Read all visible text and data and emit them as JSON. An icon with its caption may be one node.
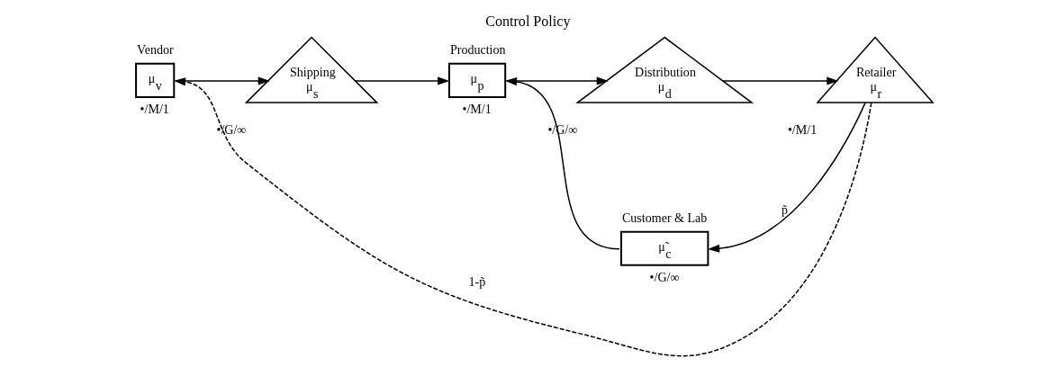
{
  "diagram": {
    "title": "Control Policy",
    "nodes": [
      {
        "text": [
          "Vendor",
          "μ$_{v}$"
        ],
        "beside": [
          "•/M/1"
        ]
      },
      {
        "text": [
          "Shipping",
          "μ$_{s}$"
        ],
        "beside": [
          "•/G/∞"
        ]
      },
      {
        "text": [
          "Production",
          "μ$_{p}$"
        ],
        "beside": [
          "•/M/1"
        ]
      },
      {
        "text": [
          "Distribution",
          "μ$_{d}$"
        ],
        "beside": [
          "•/G/∞"
        ]
      },
      {
        "text": [
          "Retailer",
          "μ$_{r}$"
        ],
        "beside": [
          "•/M/1"
        ]
      },
      {
        "text": [
          "Customer & Lab",
          "μ̃$_{c}$"
        ],
        "beside": [
          "•/G/∞"
        ]
      }
    ],
    "edges": [
      {
        "from": 0,
        "to": 1,
        "arrow": "to"
      },
      {
        "from": 1,
        "to": 2,
        "arrow": "to"
      },
      {
        "from": 2,
        "to": 3,
        "arrow": "to"
      },
      {
        "from": 3,
        "to": 4,
        "arrow": "to"
      },
      {
        "from": 4,
        "to": 5,
        "arrow": "to",
        "label": "p̃"
      },
      {
        "from": 5,
        "to": 2,
        "arrow": "to"
      },
      {
        "from": 4,
        "to": 0,
        "arrow": "to",
        "style": "dashed",
        "label": "1-p̃"
      }
    ]
  }
}
